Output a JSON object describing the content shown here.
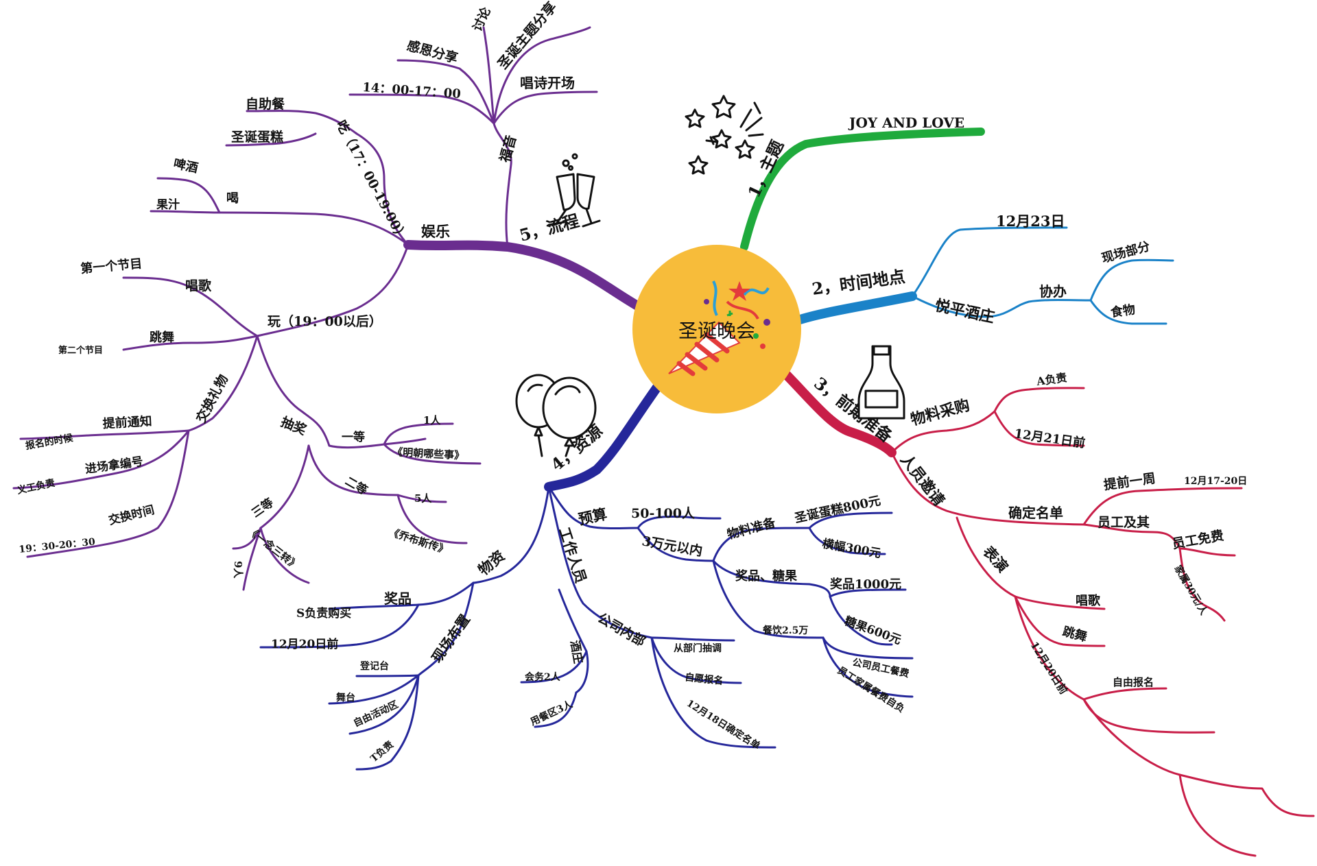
{
  "colors": {
    "purple": "#6a2d8f",
    "green": "#1faa3c",
    "blue": "#1a82c8",
    "red": "#c81e48",
    "navy": "#25279a",
    "center_fill": "#f7bc3a"
  },
  "center": {
    "label": "圣诞晚会",
    "icon": "party-popper-icon"
  },
  "branches": {
    "theme": {
      "title": "1，主题",
      "value": "JOY AND LOVE",
      "icon": "fireworks-icon"
    },
    "time_place": {
      "title": "2，时间地点",
      "date": "12月23日",
      "venue": "悦平酒庄",
      "assist": "协办",
      "assist_items": [
        "现场部分",
        "食物"
      ]
    },
    "prep": {
      "title": "3，前期准备",
      "icon": "bottle-icon",
      "purchase": {
        "label": "物料采购",
        "items": [
          "A负责",
          "12月21日前"
        ]
      },
      "invite": {
        "label": "人员邀请",
        "confirm": "确定名单",
        "week_before": "提前一周",
        "week_dates": "12月17-20日",
        "staff": "员工及其",
        "staff_free": "员工免费",
        "family_fee": "家属30元/人",
        "perform": {
          "label": "表演",
          "items": [
            "唱歌",
            "跳舞",
            "12月20日前"
          ],
          "signup": "自由报名"
        }
      }
    },
    "resources": {
      "title": "4，资源",
      "icon": "balloons-icon",
      "materials": {
        "label": "物资",
        "prize": "奖品",
        "prize_items": [
          "S负责购买",
          "12月20日前"
        ],
        "venue_setup": "现场布置",
        "venue_items": [
          "登记台",
          "舞台",
          "自由活动区",
          "T负责"
        ]
      },
      "staff": {
        "label": "工作人员",
        "winery": "酒庄",
        "winery_items": [
          "会务2人",
          "用餐区3人"
        ],
        "company": "公司内部",
        "company_items": [
          "从部门抽调",
          "自愿报名",
          "12月18日确定名单"
        ]
      },
      "budget": {
        "label": "预算",
        "range": "50-100人",
        "limit": "3万元以内",
        "materials_prep": "物料准备",
        "cake": "圣诞蛋糕800元",
        "banner": "横幅300元",
        "prizes_candy": "奖品、糖果",
        "prize_cost": "奖品1000元",
        "candy_cost": "糖果600元",
        "dining": "餐饮2.5万",
        "dining_items": [
          "公司员工餐费",
          "员工家属餐费自负"
        ]
      }
    },
    "flow": {
      "title": "5，流程",
      "icon": "champagne-glasses-icon",
      "blessing": {
        "label": "福音",
        "time": "14：00-17：00",
        "discuss": "讨论",
        "items": [
          "感恩分享",
          "圣诞主题分享",
          "唱诗开场"
        ]
      },
      "entertainment": {
        "label": "娱乐",
        "eat": "吃（17：00-19:00）",
        "eat_items": [
          "自助餐",
          "圣诞蛋糕"
        ],
        "drink": "喝",
        "drink_items": [
          "啤酒",
          "果汁"
        ],
        "play": "玩（19：00以后）",
        "sing": "唱歌",
        "sing_item": "第一个节目",
        "dance": "跳舞",
        "dance_item": "第二个节目",
        "gift": "交换礼物",
        "gift_items": [
          "提前通知",
          "进场拿编号",
          "交换时间"
        ],
        "gift_sub": [
          "报名的时候",
          "义工负责",
          "19：30-20：30"
        ],
        "lottery": "抽奖",
        "first": "一等",
        "first_count": "1人",
        "first_prize": "《明朝哪些事》",
        "second": "二等",
        "second_count": "5人",
        "second_prize": "《乔布斯传》",
        "third": "三等",
        "third_count": "9人",
        "third_prize": "《一念三转》"
      }
    }
  }
}
